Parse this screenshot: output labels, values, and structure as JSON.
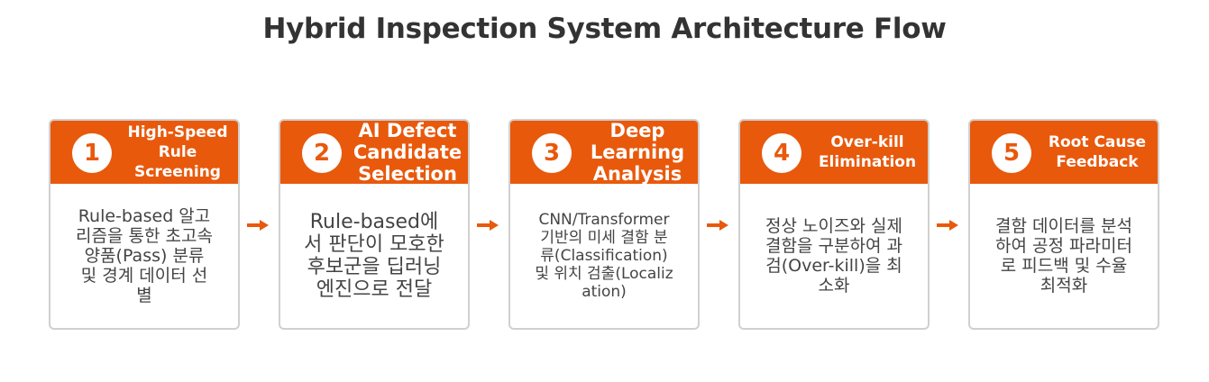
{
  "title": "Hybrid Inspection System Architecture Flow",
  "accent_color": "#e8590c",
  "steps": [
    {
      "number": "1",
      "title": "High-Speed Rule Screening",
      "body": "Rule-based 알고리즘을 통한 초고속 양품(Pass) 분류 및 경계 데이터 선별"
    },
    {
      "number": "2",
      "title": "AI Defect Candidate Selection",
      "body": "Rule-based에서 판단이 모호한 후보군을 딥러닝 엔진으로 전달"
    },
    {
      "number": "3",
      "title": "Deep Learning Analysis",
      "body": "CNN/Transformer 기반의 미세 결함 분류(Classification) 및 위치 검출(Localization)"
    },
    {
      "number": "4",
      "title": "Over-kill Elimination",
      "body": "정상 노이즈와 실제 결함을 구분하여 과검(Over-kill)을 최소화"
    },
    {
      "number": "5",
      "title": "Root Cause Feedback",
      "body": "결함 데이터를 분석하여 공정 파라미터로 피드백 및 수율 최적화"
    }
  ],
  "arrow_icon": "arrow-right-icon"
}
